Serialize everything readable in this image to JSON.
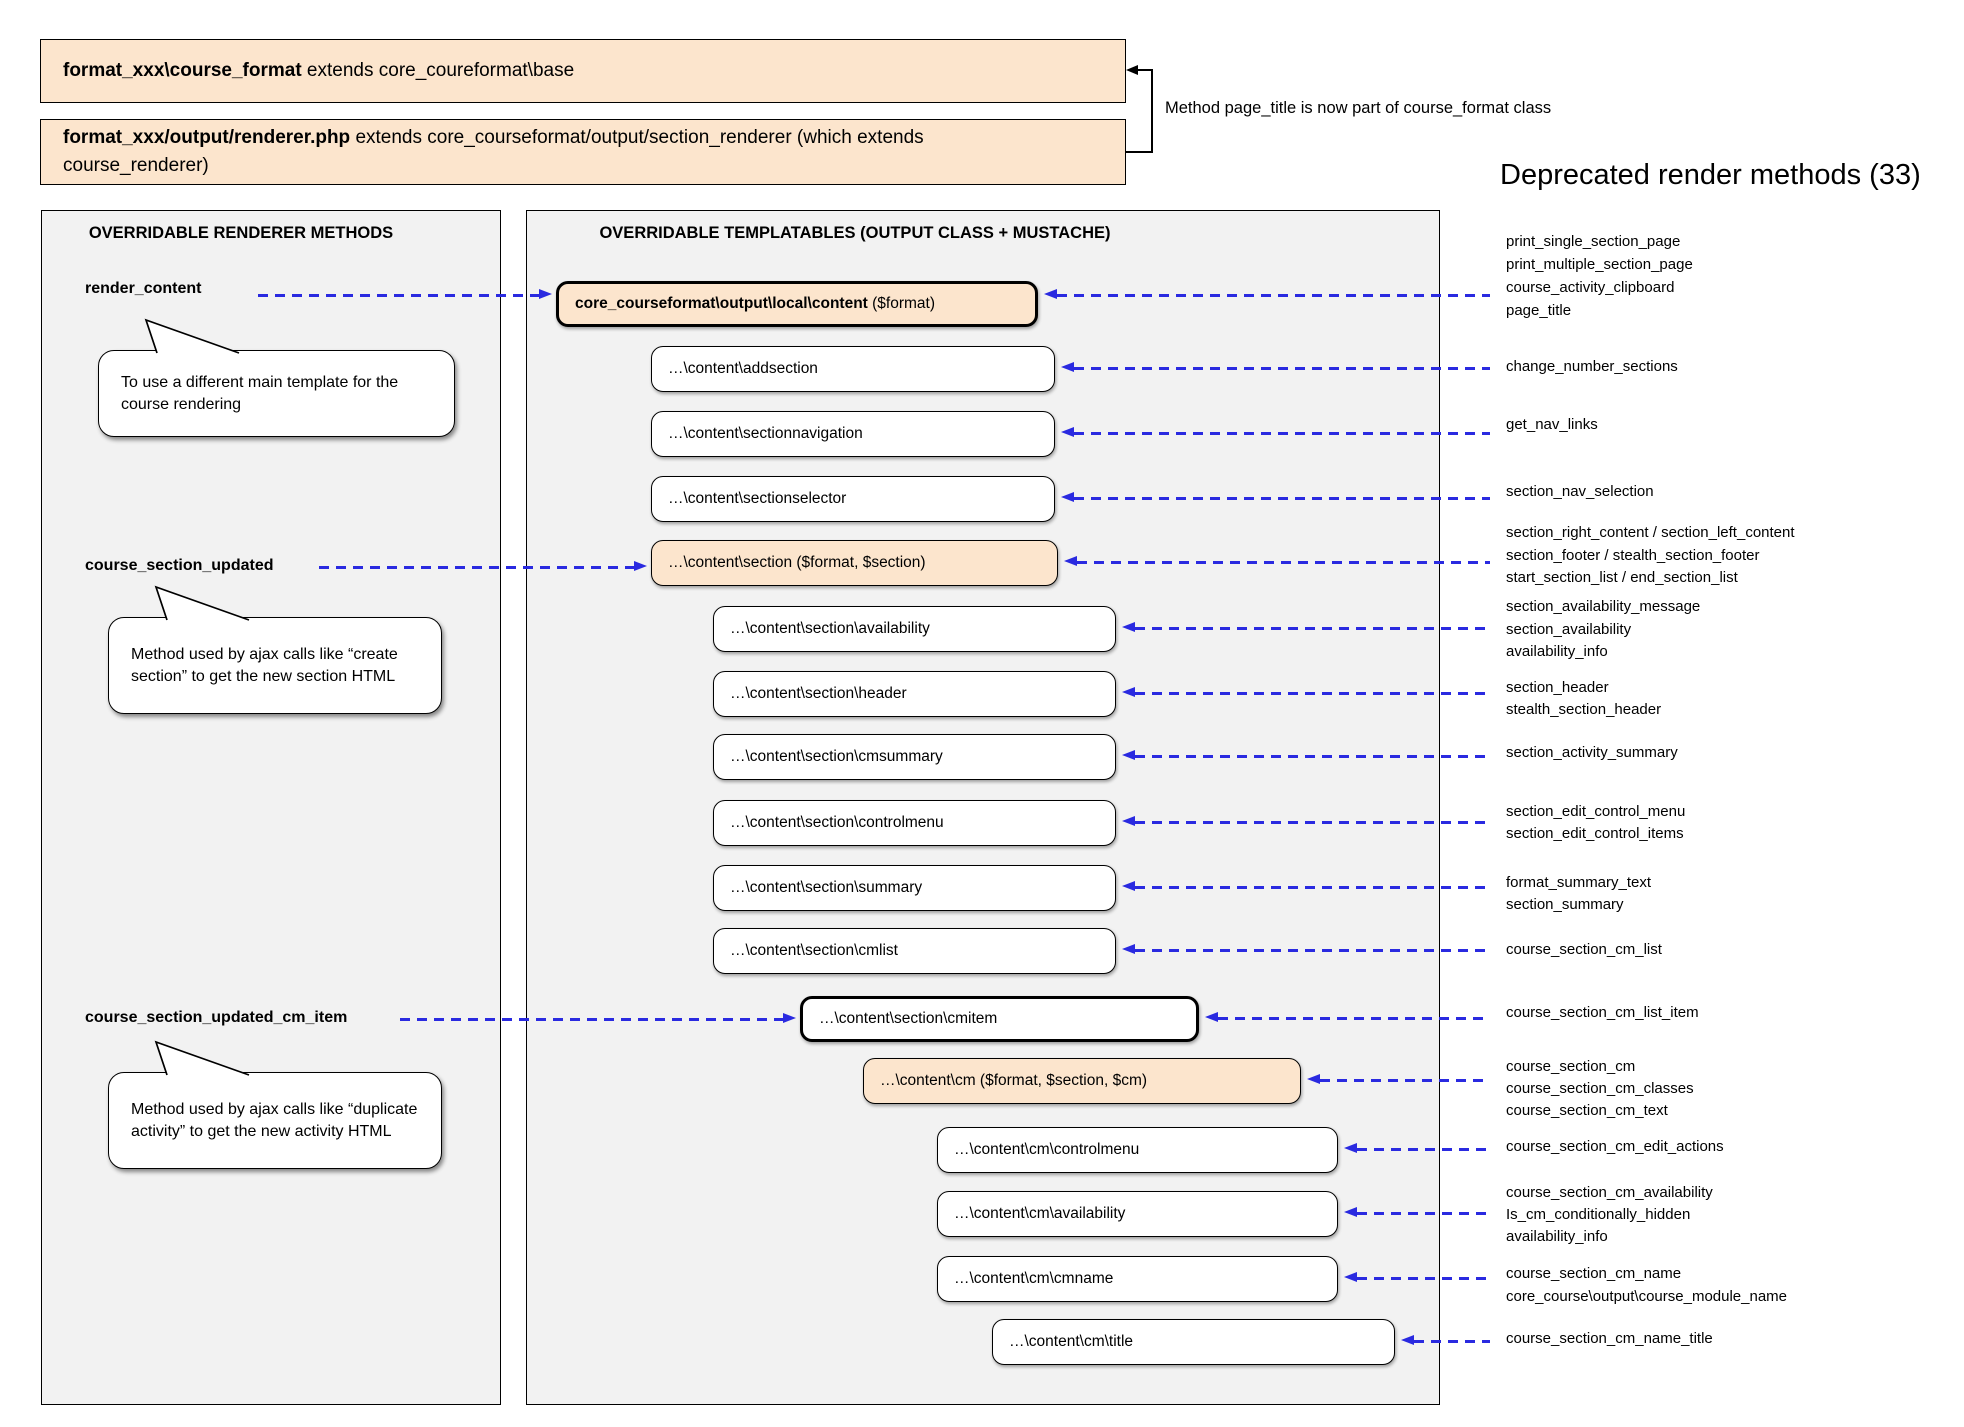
{
  "top": {
    "class_box": {
      "bold": "format_xxx\\course_format",
      "rest": " extends core_coureformat\\base"
    },
    "renderer_box": {
      "bold": "format_xxx/output/renderer.php",
      "rest": " extends core_courseformat/output/section_renderer (which extends\ncourse_renderer)"
    },
    "note": "Method page_title is now part of course_format class"
  },
  "left_panel": {
    "title": "OVERRIDABLE RENDERER METHODS",
    "methods": [
      {
        "name": "render_content",
        "bubble": "To use a different main template for the course rendering"
      },
      {
        "name": "course_section_updated",
        "bubble": "Method used by ajax calls like “create section” to get the new section HTML"
      },
      {
        "name": "course_section_updated_cm_item",
        "bubble": "Method used by ajax calls like “duplicate activity” to get the new activity HTML"
      }
    ]
  },
  "middle_panel": {
    "title": "OVERRIDABLE TEMPLATABLES (OUTPUT CLASS + MUSTACHE)",
    "boxes": [
      {
        "bold": "core_courseformat\\output\\local\\content",
        "rest": " ($format)"
      },
      {
        "label": "…\\content\\addsection"
      },
      {
        "label": "…\\content\\sectionnavigation"
      },
      {
        "label": "…\\content\\sectionselector"
      },
      {
        "label": "…\\content\\section ($format, $section)"
      },
      {
        "label": "…\\content\\section\\availability"
      },
      {
        "label": "…\\content\\section\\header"
      },
      {
        "label": "…\\content\\section\\cmsummary"
      },
      {
        "label": "…\\content\\section\\controlmenu"
      },
      {
        "label": "…\\content\\section\\summary"
      },
      {
        "label": "…\\content\\section\\cmlist"
      },
      {
        "label": "…\\content\\section\\cmitem"
      },
      {
        "label": "…\\content\\cm ($format, $section, $cm)"
      },
      {
        "label": "…\\content\\cm\\controlmenu"
      },
      {
        "label": "…\\content\\cm\\availability"
      },
      {
        "label": "…\\content\\cm\\cmname"
      },
      {
        "label": "…\\content\\cm\\title"
      }
    ]
  },
  "deprecated": {
    "title": "Deprecated render methods (33)",
    "items": [
      "print_single_section_page",
      "print_multiple_section_page",
      "course_activity_clipboard",
      "page_title",
      "change_number_sections",
      "get_nav_links",
      "section_nav_selection",
      "section_right_content / section_left_content",
      "section_footer / stealth_section_footer",
      "start_section_list / end_section_list",
      "section_availability_message",
      "section_availability",
      "availability_info",
      "section_header",
      "stealth_section_header",
      "section_activity_summary",
      "section_edit_control_menu",
      "section_edit_control_items",
      "format_summary_text",
      "section_summary",
      "course_section_cm_list",
      "course_section_cm_list_item",
      "course_section_cm",
      "course_section_cm_classes",
      "course_section_cm_text",
      "course_section_cm_edit_actions",
      "course_section_cm_availability",
      "Is_cm_conditionally_hidden",
      "availability_info",
      "course_section_cm_name",
      "core_course\\output\\course_module_name",
      "course_section_cm_name_title"
    ]
  }
}
